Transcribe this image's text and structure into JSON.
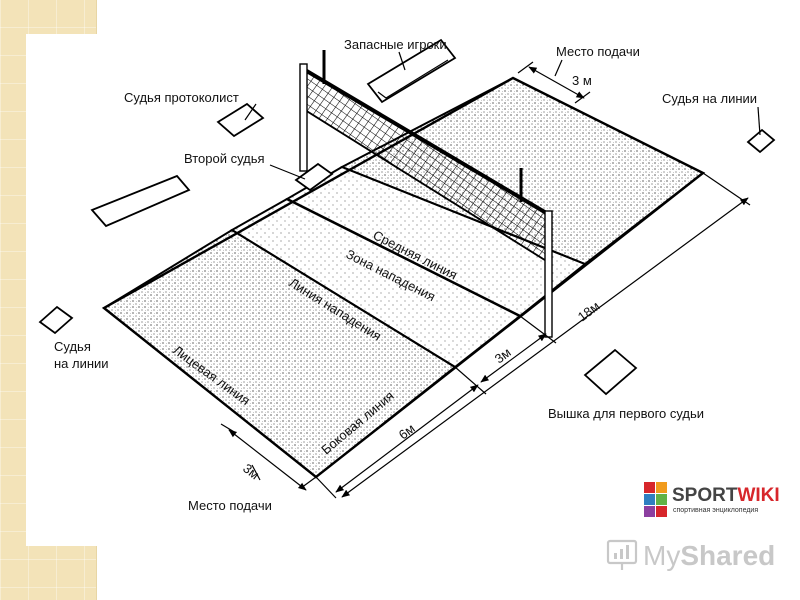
{
  "labels": {
    "spare_players": "Запасные игроки",
    "serve_zone_top": "Место подачи",
    "serve_zone_top_dim": "3 м",
    "scorer_judge": "Судья протоколист",
    "line_judge_right": "Судья на линии",
    "second_referee": "Второй судья",
    "line_judge_left_1": "Судья",
    "line_judge_left_2": "на линии",
    "first_referee_stand": "Вышка для первого судьи",
    "serve_zone_bottom": "Место подачи",
    "center_line": "Средняя линия",
    "attack_zone": "Зона нападения",
    "attack_line": "Линия нападения",
    "end_line": "Лицевая линия",
    "side_line": "Боковая линия",
    "dim_3m_left": "3м",
    "dim_3m_attack": "3м",
    "dim_6m": "6м",
    "dim_18m": "18м"
  },
  "logos": {
    "sportwiki_brand": "SPORTWIKI",
    "sportwiki_tagline": "спортивная энциклопедия",
    "myshared_brand": "MyShared"
  },
  "colors": {
    "side_strip": "#f3e3b8",
    "sportwiki_red": "#d7262b",
    "sportwiki_orange": "#f19b1c",
    "sportwiki_green": "#61b246",
    "sportwiki_blue": "#2f7fc1"
  }
}
